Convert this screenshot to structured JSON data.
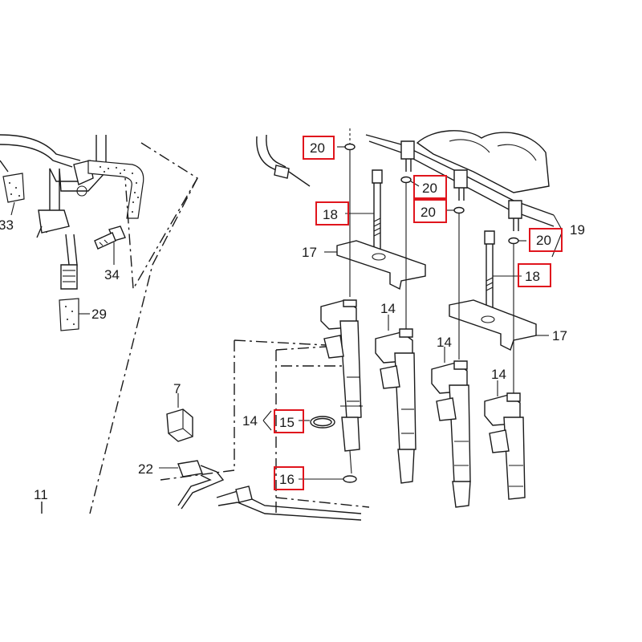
{
  "diagram": {
    "labels": {
      "p33": "33",
      "p34": "34",
      "p29": "29",
      "p7": "7",
      "p22": "22",
      "p11": "11",
      "p20a": "20",
      "p20b": "20",
      "p20c": "20",
      "p20d": "20",
      "p18a": "18",
      "p18b": "18",
      "p17a": "17",
      "p17b": "17",
      "p19": "19",
      "p14a": "14",
      "p14b": "14",
      "p14c": "14",
      "p14d": "14",
      "p15": "15",
      "p16": "16"
    },
    "highlight_color": "#e0151d",
    "line_color": "#1a1a1a"
  }
}
